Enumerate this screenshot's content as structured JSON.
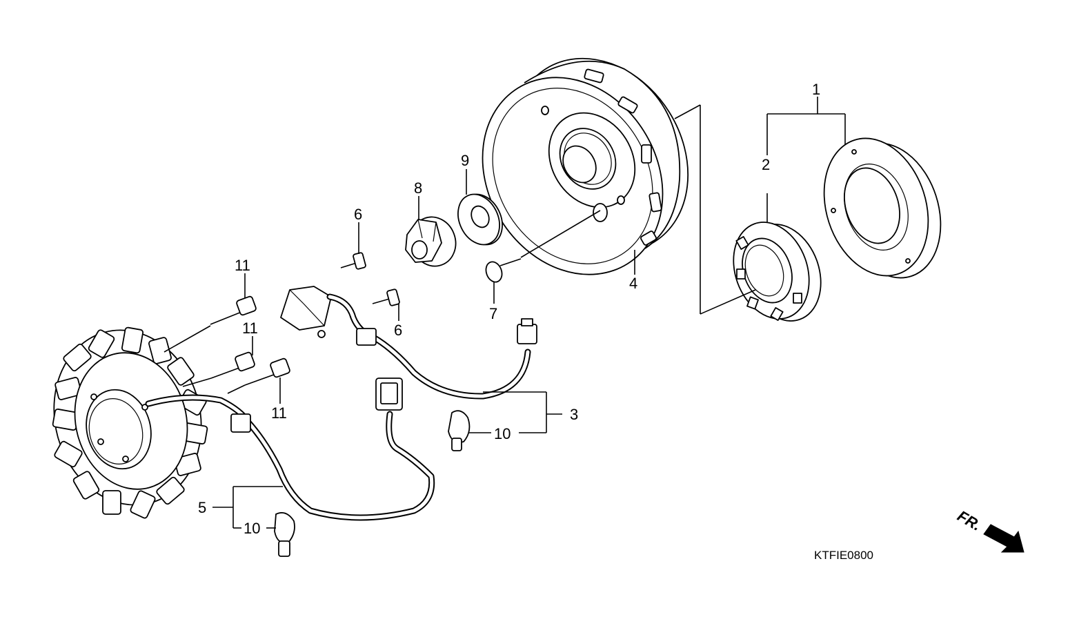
{
  "diagram_code": "KTFIE0800",
  "front_marker": "FR.",
  "callouts": {
    "c1": "1",
    "c2": "2",
    "c3": "3",
    "c4": "4",
    "c5": "5",
    "c6a": "6",
    "c6b": "6",
    "c7": "7",
    "c8": "8",
    "c9": "9",
    "c10a": "10",
    "c10b": "10",
    "c11a": "11",
    "c11b": "11",
    "c11c": "11"
  }
}
